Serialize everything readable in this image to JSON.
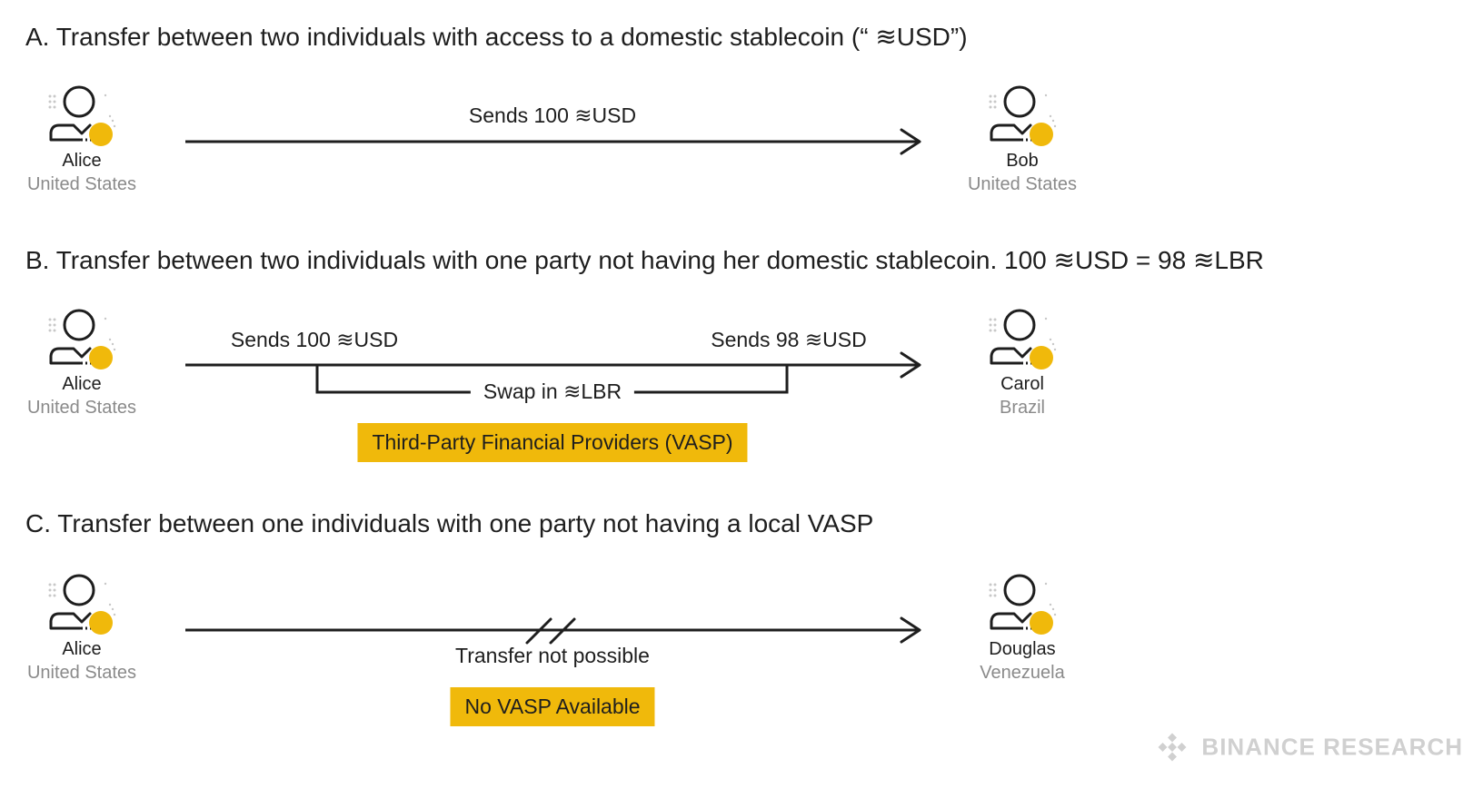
{
  "section_a": {
    "title": "A. Transfer between two individuals with access to a domestic stablecoin (“ ≋USD”)",
    "sender": {
      "name": "Alice",
      "country": "United States"
    },
    "receiver": {
      "name": "Bob",
      "country": "United States"
    },
    "arrow_label": "Sends 100 ≋USD"
  },
  "section_b": {
    "title": "B. Transfer between two individuals with one party not having her domestic stablecoin. 100 ≋USD = 98 ≋LBR",
    "sender": {
      "name": "Alice",
      "country": "United States"
    },
    "receiver": {
      "name": "Carol",
      "country": "Brazil"
    },
    "left_label": "Sends 100 ≋USD",
    "right_label": "Sends 98 ≋USD",
    "swap_label": "Swap in ≋LBR",
    "provider_tag": "Third-Party Financial Providers (VASP)"
  },
  "section_c": {
    "title": "C. Transfer between one individuals with one party not having a local VASP",
    "sender": {
      "name": "Alice",
      "country": "United States"
    },
    "receiver": {
      "name": "Douglas",
      "country": "Venezuela"
    },
    "status_label": "Transfer not possible",
    "provider_tag": "No VASP Available"
  },
  "brand": {
    "text": "BINANCE RESEARCH"
  },
  "colors": {
    "accent": "#f0b90b",
    "line": "#1e1e1e",
    "muted": "#8a8a8a",
    "brand": "#d0d0d0"
  }
}
